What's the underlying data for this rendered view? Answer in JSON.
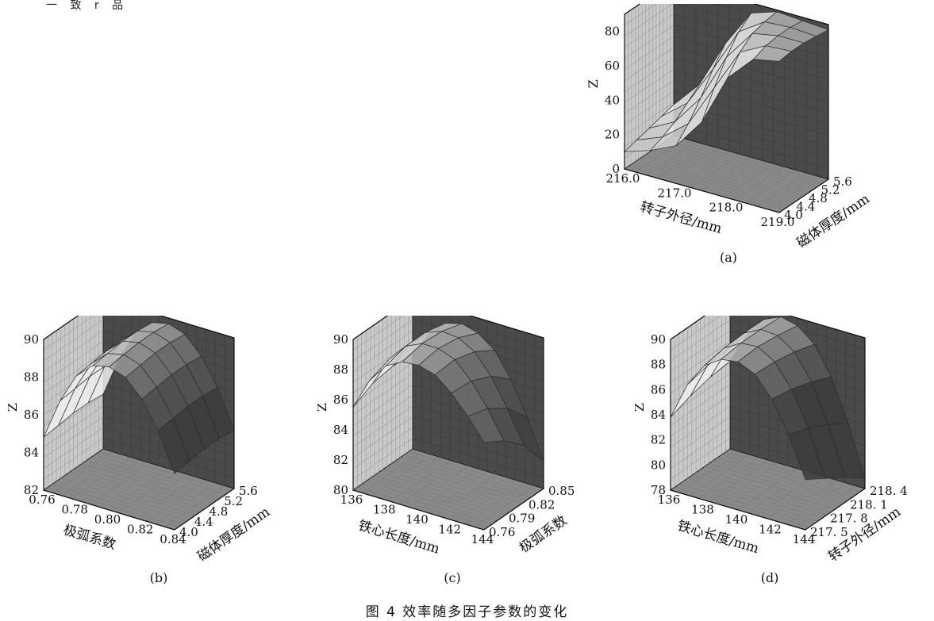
{
  "header_fragment": "一 致 r 品",
  "caption": "图 4  效率随多因子参数的变化",
  "chart_data": [
    {
      "type": "surface",
      "panel_label": "(a)",
      "zlabel": "Z",
      "xlabel": "转子外径/mm",
      "ylabel": "磁体厚度/mm",
      "x_ticks": [
        "216.0",
        "217.0",
        "218.0",
        "219.0"
      ],
      "y_ticks": [
        "4.0",
        "4.4",
        "4.8",
        "5.2",
        "5.6"
      ],
      "z_ticks": [
        "0",
        "20",
        "40",
        "60",
        "80"
      ],
      "xlim": [
        216.0,
        219.0
      ],
      "ylim": [
        4.0,
        5.6
      ],
      "zlim": [
        0,
        90
      ],
      "x": [
        216.0,
        216.5,
        217.0,
        217.5,
        218.0,
        218.5,
        219.0
      ],
      "y": [
        4.0,
        4.4,
        4.8,
        5.2,
        5.6
      ],
      "z": [
        [
          10,
          15,
          22,
          40,
          70,
          85,
          88
        ],
        [
          12,
          18,
          30,
          55,
          80,
          88,
          89
        ],
        [
          14,
          22,
          40,
          68,
          86,
          89,
          89
        ],
        [
          16,
          28,
          52,
          78,
          88,
          89,
          88
        ],
        [
          18,
          34,
          62,
          84,
          89,
          88,
          87
        ]
      ]
    },
    {
      "type": "surface",
      "panel_label": "(b)",
      "zlabel": "Z",
      "xlabel": "极弧系数",
      "ylabel": "磁体厚度/mm",
      "x_ticks": [
        "0.76",
        "0.78",
        "0.80",
        "0.82",
        "0.84"
      ],
      "y_ticks": [
        "4.0",
        "4.4",
        "4.8",
        "5.2",
        "5.6"
      ],
      "z_ticks": [
        "82",
        "84",
        "86",
        "88",
        "90"
      ],
      "xlim": [
        0.76,
        0.84
      ],
      "ylim": [
        4.0,
        5.6
      ],
      "zlim": [
        82,
        90
      ],
      "x": [
        0.76,
        0.77,
        0.78,
        0.79,
        0.8,
        0.81,
        0.82,
        0.83,
        0.84
      ],
      "y": [
        4.0,
        4.4,
        4.8,
        5.2,
        5.6
      ],
      "z": [
        [
          84.8,
          87.0,
          88.6,
          89.4,
          89.6,
          89.3,
          88.4,
          87.0,
          85.0
        ],
        [
          84.9,
          87.1,
          88.7,
          89.5,
          89.7,
          89.4,
          88.5,
          87.1,
          85.1
        ],
        [
          85.0,
          87.2,
          88.8,
          89.6,
          89.8,
          89.5,
          88.6,
          87.2,
          85.2
        ],
        [
          85.0,
          87.2,
          88.8,
          89.6,
          89.8,
          89.5,
          88.6,
          87.2,
          85.2
        ],
        [
          84.9,
          87.1,
          88.7,
          89.5,
          89.7,
          89.4,
          88.5,
          87.1,
          85.1
        ]
      ]
    },
    {
      "type": "surface",
      "panel_label": "(c)",
      "zlabel": "Z",
      "xlabel": "铁心长度/mm",
      "ylabel": "极弧系数",
      "x_ticks": [
        "136",
        "138",
        "140",
        "142",
        "144"
      ],
      "y_ticks": [
        "0.76",
        "0.79",
        "0.82",
        "0.85"
      ],
      "z_ticks": [
        "80",
        "82",
        "84",
        "86",
        "88",
        "90"
      ],
      "xlim": [
        136,
        144
      ],
      "ylim": [
        0.76,
        0.85
      ],
      "zlim": [
        80,
        90
      ],
      "x": [
        136,
        137,
        138,
        139,
        140,
        141,
        142,
        143,
        144
      ],
      "y": [
        0.76,
        0.79,
        0.82,
        0.85
      ],
      "z": [
        [
          85.5,
          87.6,
          88.9,
          89.5,
          89.6,
          89.3,
          88.4,
          87.2,
          85.8
        ],
        [
          86.2,
          88.1,
          89.3,
          89.8,
          89.8,
          89.4,
          88.3,
          86.8,
          85.0
        ],
        [
          86.4,
          88.2,
          89.3,
          89.7,
          89.6,
          89.0,
          87.7,
          85.9,
          83.8
        ],
        [
          86.3,
          88.0,
          89.0,
          89.3,
          89.0,
          88.2,
          86.6,
          84.4,
          81.8
        ]
      ]
    },
    {
      "type": "surface",
      "panel_label": "(d)",
      "zlabel": "Z",
      "xlabel": "铁心长度/mm",
      "ylabel": "转子外径/mm",
      "x_ticks": [
        "136",
        "138",
        "140",
        "142",
        "144"
      ],
      "y_ticks": [
        "217. 5",
        "217. 8",
        "218. 1",
        "218. 4"
      ],
      "z_ticks": [
        "78",
        "80",
        "82",
        "84",
        "86",
        "88",
        "90"
      ],
      "xlim": [
        136,
        144
      ],
      "ylim": [
        217.5,
        218.4
      ],
      "zlim": [
        78,
        90
      ],
      "x": [
        136,
        137,
        138,
        139,
        140,
        141,
        142,
        143,
        144
      ],
      "y": [
        217.5,
        217.8,
        218.1,
        218.4
      ],
      "z": [
        [
          83.8,
          86.8,
          88.7,
          89.6,
          89.8,
          89.2,
          87.6,
          85.2,
          82.0
        ],
        [
          84.4,
          87.2,
          89.0,
          89.8,
          89.9,
          89.1,
          87.3,
          84.6,
          81.0
        ],
        [
          84.8,
          87.4,
          89.1,
          89.8,
          89.7,
          88.8,
          86.8,
          83.8,
          80.0
        ],
        [
          85.0,
          87.5,
          89.1,
          89.7,
          89.4,
          88.3,
          86.1,
          82.8,
          78.8
        ]
      ]
    }
  ]
}
